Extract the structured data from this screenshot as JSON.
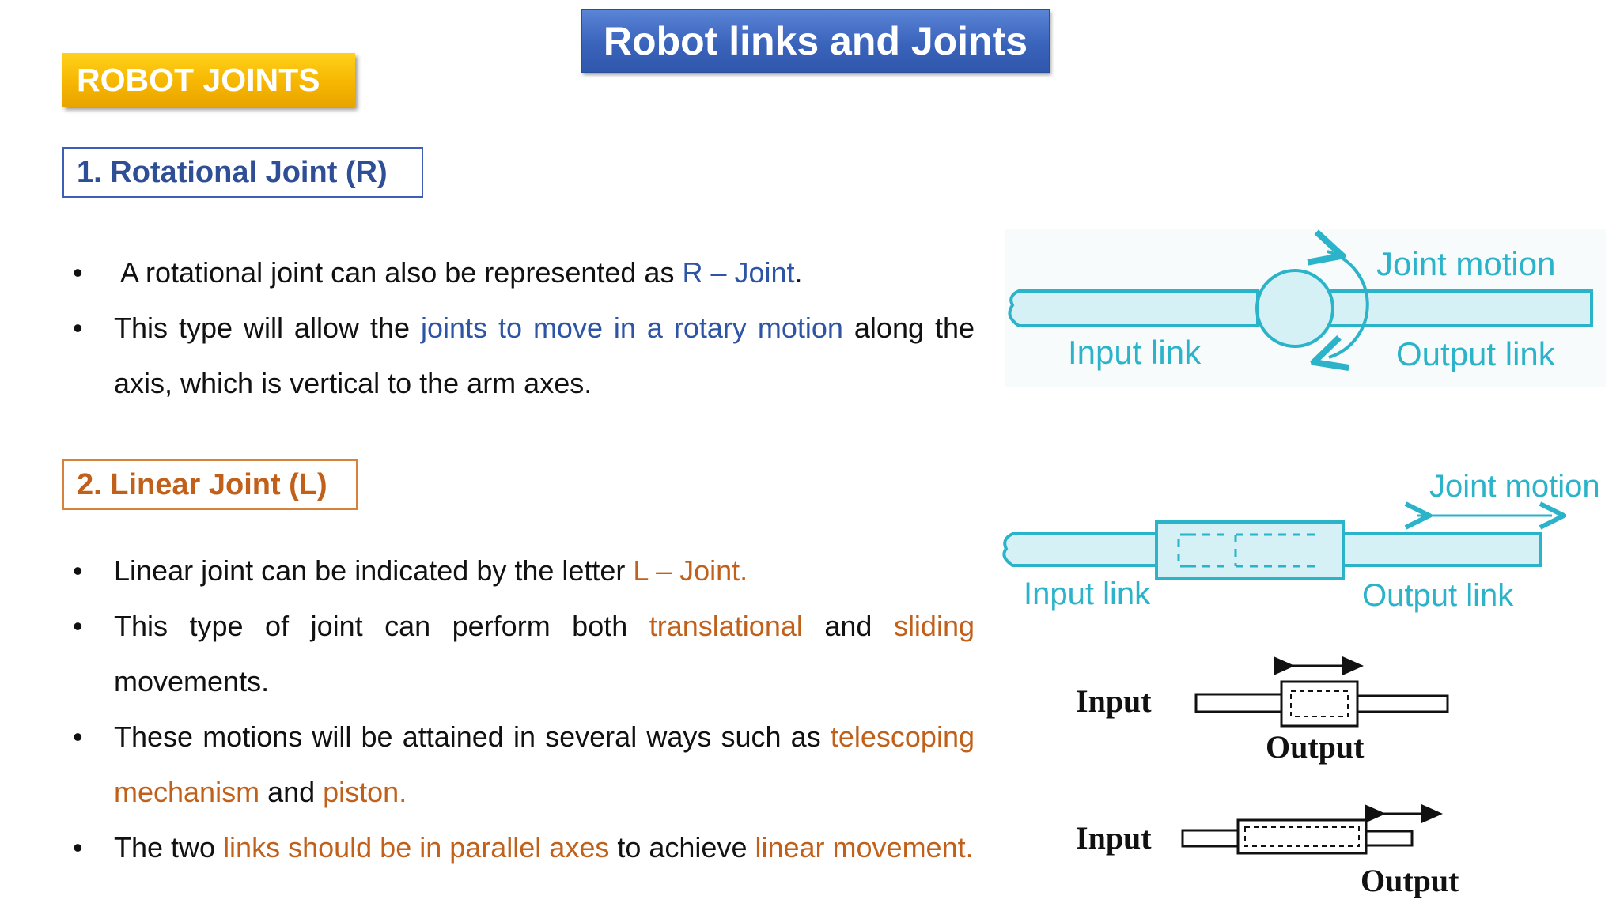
{
  "title": "Robot links and Joints",
  "section_label": "ROBOT JOINTS",
  "rotational": {
    "heading": "1.  Rotational Joint (R)",
    "bullets": [
      {
        "parts": [
          {
            "t": "A rotational joint can also be represented as ",
            "c": ""
          },
          {
            "t": "R – Joint",
            "c": "blue"
          },
          {
            "t": ".",
            "c": ""
          }
        ]
      },
      {
        "parts": [
          {
            "t": "This type will allow the ",
            "c": ""
          },
          {
            "t": "joints to move in a rotary motion",
            "c": "blue"
          },
          {
            "t": " along the axis, which is vertical to the arm axes.",
            "c": ""
          }
        ]
      }
    ],
    "diagram": {
      "input_label": "Input link",
      "output_label": "Output link",
      "motion_label": "Joint motion"
    }
  },
  "linear": {
    "heading": "2. Linear Joint (L)",
    "bullets": [
      {
        "parts": [
          {
            "t": "Linear joint can be indicated by the letter ",
            "c": ""
          },
          {
            "t": "L – Joint.",
            "c": "orange"
          }
        ]
      },
      {
        "parts": [
          {
            "t": "This type of joint can perform both ",
            "c": ""
          },
          {
            "t": "translational",
            "c": "orange"
          },
          {
            "t": " and ",
            "c": ""
          },
          {
            "t": "sliding",
            "c": "orange"
          },
          {
            "t": " movements.",
            "c": ""
          }
        ]
      },
      {
        "parts": [
          {
            "t": "These motions will be attained in several ways such as ",
            "c": ""
          },
          {
            "t": "telescoping mechanism",
            "c": "orange"
          },
          {
            "t": " and ",
            "c": ""
          },
          {
            "t": "piston.",
            "c": "orange"
          }
        ]
      },
      {
        "parts": [
          {
            "t": "The two ",
            "c": ""
          },
          {
            "t": "links should be in parallel axes",
            "c": "orange"
          },
          {
            "t": " to achieve ",
            "c": ""
          },
          {
            "t": "linear movement.",
            "c": "orange"
          }
        ]
      }
    ],
    "diagram": {
      "input_label": "Input link",
      "output_label": "Output link",
      "motion_label": "Joint motion"
    },
    "sketch1": {
      "input": "Input",
      "output": "Output"
    },
    "sketch2": {
      "input": "Input",
      "output": "Output"
    }
  },
  "bullet_char": "•"
}
